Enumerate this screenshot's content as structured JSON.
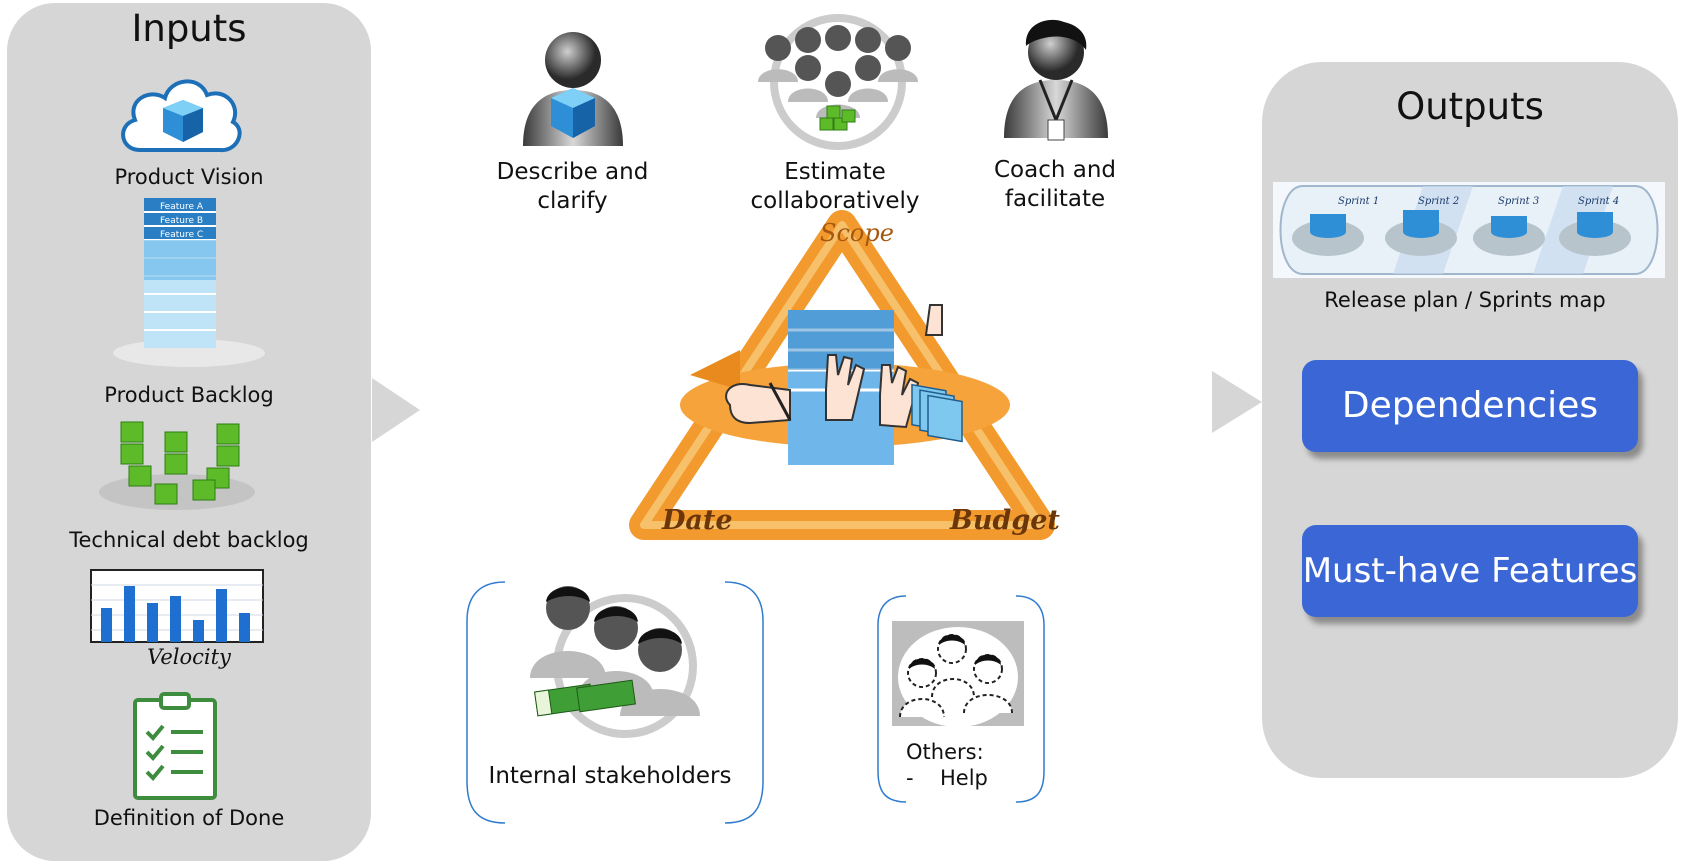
{
  "inputs": {
    "heading": "Inputs",
    "items": [
      {
        "label": "Product Vision",
        "icon": "cloud-cube-icon"
      },
      {
        "label": "Product Backlog",
        "icon": "backlog-stack-icon",
        "stack_labels": [
          "Feature A",
          "Feature B",
          "Feature C"
        ]
      },
      {
        "label": "Technical debt backlog",
        "icon": "green-cubes-icon"
      },
      {
        "label": "Velocity",
        "icon": "bar-chart-icon"
      },
      {
        "label": "Definition of Done",
        "icon": "checklist-clipboard-icon"
      }
    ]
  },
  "roles": [
    {
      "label": "Describe and\nclarify",
      "icon": "product-owner-icon"
    },
    {
      "label": "Estimate\ncollaboratively",
      "icon": "team-icon"
    },
    {
      "label": "Coach and\nfacilitate",
      "icon": "scrum-master-icon"
    }
  ],
  "triangle": {
    "top": "Scope",
    "left": "Date",
    "right": "Budget"
  },
  "stakeholders": {
    "internal": {
      "label": "Internal stakeholders",
      "icon": "stakeholders-money-icon"
    },
    "others": {
      "title": "Others:",
      "bullet": "-",
      "item": "Help",
      "icon": "dashed-people-icon"
    }
  },
  "outputs": {
    "heading": "Outputs",
    "release_plan": {
      "label": "Release plan / Sprints map",
      "sprints": [
        "Sprint 1",
        "Sprint 2",
        "Sprint 3",
        "Sprint 4"
      ]
    },
    "buttons": [
      "Dependencies",
      "Must-have Features"
    ]
  },
  "colors": {
    "panel": "#d6d6d6",
    "button": "#3a66d6",
    "triangle": "#f29a2e",
    "cube": "#3aa0e0",
    "green": "#5dbb2a"
  }
}
